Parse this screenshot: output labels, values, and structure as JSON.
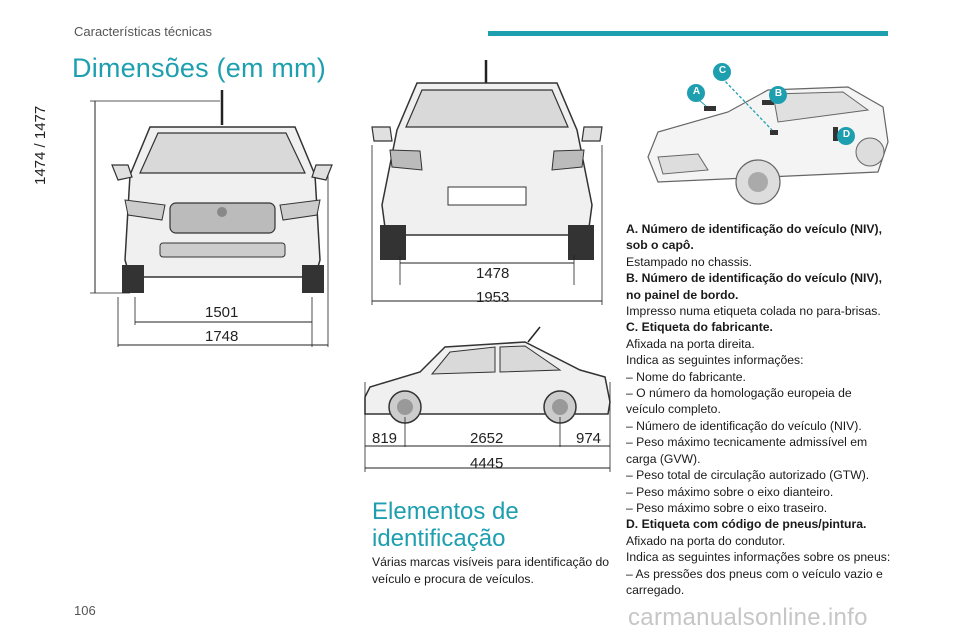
{
  "header": {
    "section": "Características técnicas",
    "title": "Dimensões (em mm)",
    "page_number": "106",
    "accent": "#1e9fb0"
  },
  "dimensions": {
    "height": "1474 / 1477",
    "front_track": "1501",
    "width": "1748",
    "rear_track": "1478",
    "width_mirrors": "1953",
    "front_overhang": "819",
    "wheelbase": "2652",
    "rear_overhang": "974",
    "length": "4445"
  },
  "identification": {
    "heading_line1": "Elementos de",
    "heading_line2": "identificação",
    "intro": "Várias marcas visíveis para identificação do veículo e procura de veículos.",
    "badges": [
      "A",
      "B",
      "C",
      "D"
    ],
    "lines": [
      {
        "text": "A. Número de identificação do veículo (NIV),",
        "bold": true
      },
      {
        "text": "sob o capô.",
        "bold": true
      },
      {
        "text": "Estampado no chassis.",
        "bold": false
      },
      {
        "text": "B. Número de identificação do veículo (NIV),",
        "bold": true
      },
      {
        "text": "no painel de bordo.",
        "bold": true
      },
      {
        "text": "Impresso numa etiqueta colada no para-brisas.",
        "bold": false
      },
      {
        "text": "C. Etiqueta do fabricante.",
        "bold": true
      },
      {
        "text": "Afixada na porta direita.",
        "bold": false
      },
      {
        "text": "Indica as seguintes informações:",
        "bold": false
      },
      {
        "text": "–  Nome do fabricante.",
        "bold": false
      },
      {
        "text": "–  O número da homologação europeia de",
        "bold": false
      },
      {
        "text": "veículo completo.",
        "bold": false
      },
      {
        "text": "–  Número de identificação do veículo (NIV).",
        "bold": false
      },
      {
        "text": "–  Peso máximo tecnicamente admissível em",
        "bold": false
      },
      {
        "text": "carga (GVW).",
        "bold": false
      },
      {
        "text": "–  Peso total de circulação autorizado (GTW).",
        "bold": false
      },
      {
        "text": "–  Peso máximo sobre o eixo dianteiro.",
        "bold": false
      },
      {
        "text": "–  Peso máximo sobre o eixo traseiro.",
        "bold": false
      },
      {
        "text": "D. Etiqueta com código de pneus/pintura.",
        "bold": true
      },
      {
        "text": "Afixado na porta do condutor.",
        "bold": false
      },
      {
        "text": "Indica as seguintes informações sobre os pneus:",
        "bold": false
      },
      {
        "text": "–  As pressões dos pneus com o veículo vazio e",
        "bold": false
      },
      {
        "text": "carregado.",
        "bold": false
      }
    ]
  },
  "watermark": "carmanualsonline.info"
}
